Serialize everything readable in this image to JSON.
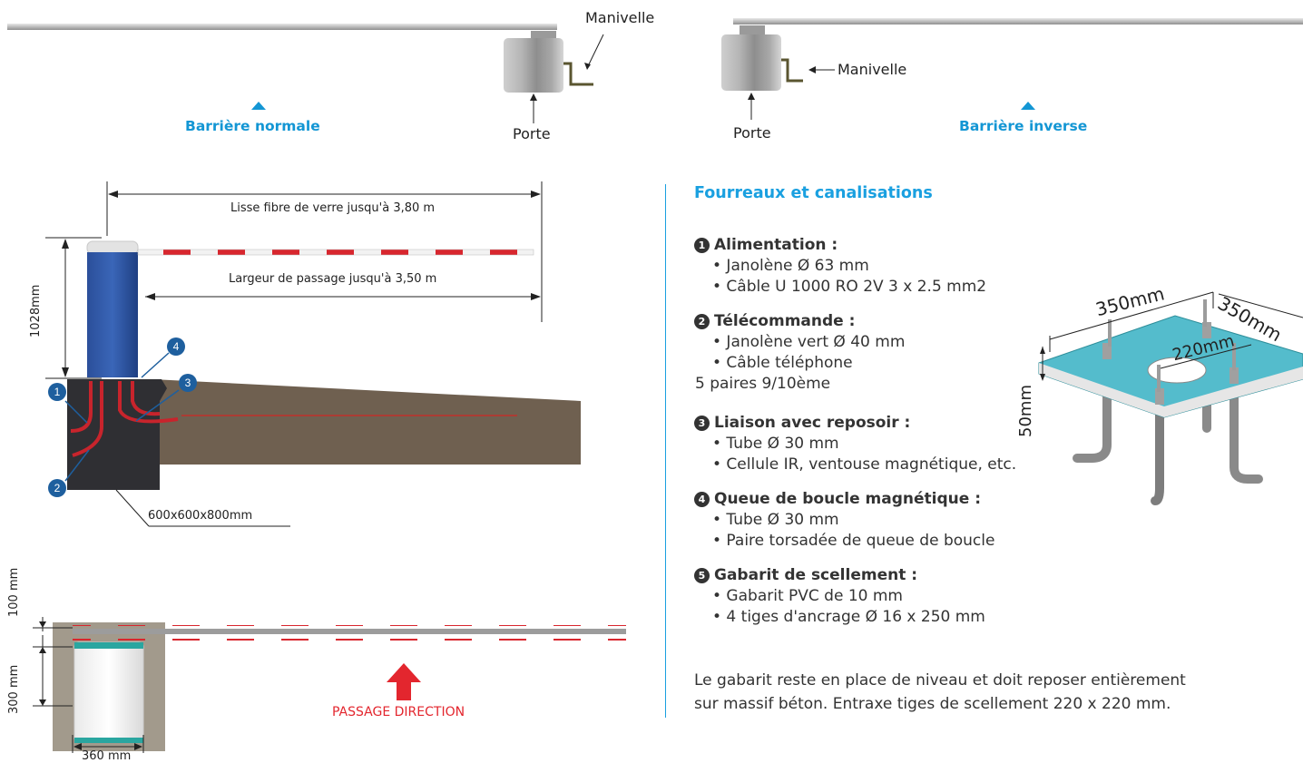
{
  "top": {
    "left": {
      "manivelle": "Manivelle",
      "porte": "Porte",
      "title": "Barrière normale"
    },
    "right": {
      "manivelle": "Manivelle",
      "porte": "Porte",
      "title": "Barrière inverse"
    }
  },
  "elevation": {
    "lisse": "Lisse fibre de verre jusqu'à 3,80 m",
    "largeur": "Largeur de passage jusqu'à 3,50 m",
    "height": "1028mm",
    "massif": "600x600x800mm",
    "markers": [
      "1",
      "2",
      "3",
      "4"
    ]
  },
  "plan": {
    "dim_top": "100 mm",
    "dim_mid": "300 mm",
    "dim_bottom": "360 mm",
    "direction": "PASSAGE DIRECTION"
  },
  "section": {
    "title": "Fourreaux et canalisations",
    "items": [
      {
        "num": "1",
        "title": "Alimentation :",
        "lines": [
          "• Janolène Ø 63 mm",
          "• Câble U 1000 RO 2V 3 x 2.5 mm2"
        ]
      },
      {
        "num": "2",
        "title": "Télécommande :",
        "lines": [
          "• Janolène vert Ø 40 mm",
          "• Câble téléphone"
        ],
        "extra": "5 paires 9/10ème"
      },
      {
        "num": "3",
        "title": "Liaison avec reposoir :",
        "lines": [
          "• Tube Ø 30 mm",
          "• Cellule IR, ventouse magnétique, etc."
        ]
      },
      {
        "num": "4",
        "title": "Queue de boucle magnétique :",
        "lines": [
          "• Tube Ø 30 mm",
          "• Paire torsadée de queue de boucle"
        ]
      },
      {
        "num": "5",
        "title": "Gabarit de scellement :",
        "lines": [
          "• Gabarit PVC de 10 mm",
          "• 4 tiges d'ancrage Ø 16 x 250 mm"
        ]
      }
    ],
    "note_line1": "Le gabarit reste en place de niveau et doit reposer entièrement",
    "note_line2": "sur massif béton. Entraxe tiges de scellement 220 x 220 mm."
  },
  "template": {
    "dim_a": "350mm",
    "dim_b": "350mm",
    "dim_c": "220mm",
    "dim_d": "50mm"
  }
}
